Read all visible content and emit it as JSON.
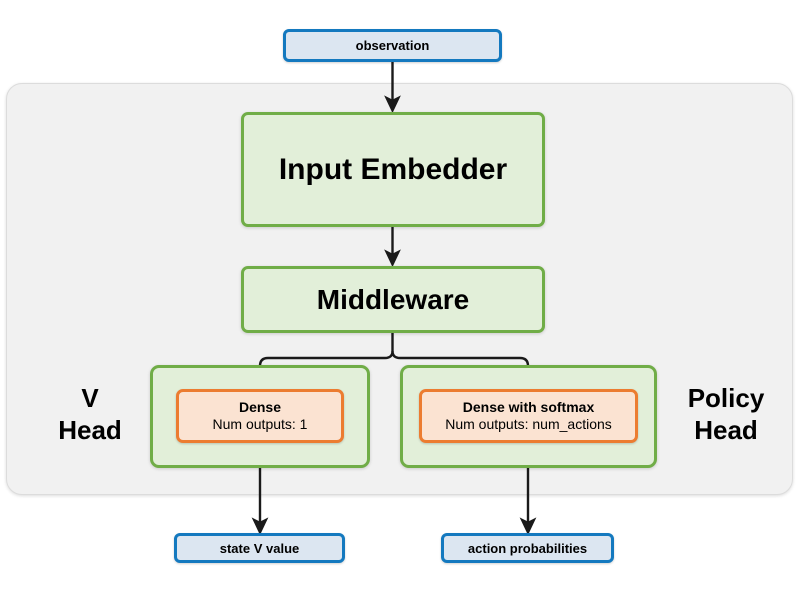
{
  "diagram": {
    "type": "actor-critic-network-architecture",
    "colors": {
      "blue_border": "#1479bf",
      "blue_fill": "#dce6f1",
      "green_border": "#70ad47",
      "green_fill": "#e2efd9",
      "orange_border": "#ec7c30",
      "orange_fill": "#fbe3d2",
      "panel_fill": "#f1f1f1",
      "panel_border": "#dcdcdc",
      "arrow": "#1a1a1a",
      "background": "#ffffff"
    },
    "input": {
      "observation_label": "observation"
    },
    "trunk": {
      "input_embedder_label": "Input Embedder",
      "middleware_label": "Middleware"
    },
    "heads": {
      "v_head": {
        "side_label_line1": "V",
        "side_label_line2": "Head",
        "dense_title": "Dense",
        "dense_subtitle": "Num outputs: 1"
      },
      "policy_head": {
        "side_label_line1": "Policy",
        "side_label_line2": "Head",
        "dense_title": "Dense with softmax",
        "dense_subtitle": "Num outputs: num_actions"
      }
    },
    "outputs": {
      "state_v_value_label": "state V value",
      "action_probabilities_label": "action probabilities"
    }
  }
}
